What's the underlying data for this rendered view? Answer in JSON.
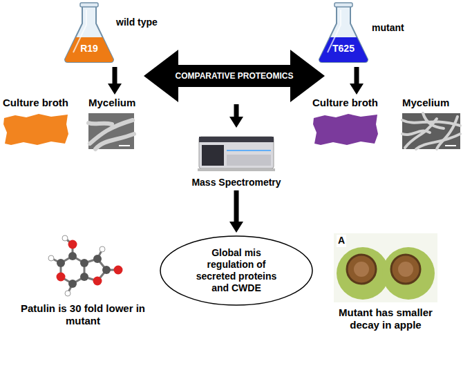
{
  "diagram": {
    "nodes": [
      {
        "text": [
          "wild type",
          "R19"
        ]
      },
      {
        "text": [
          "COMPARATIVE PROTEOMICS"
        ]
      },
      {
        "text": [
          "mutant",
          "T625"
        ]
      },
      {
        "text": [
          "Culture broth"
        ]
      },
      {
        "text": [
          "Mycelium"
        ]
      },
      {
        "text": [
          "Culture broth"
        ]
      },
      {
        "text": [
          "Mycelium"
        ]
      },
      {
        "text": [
          "Mass Spectrometry"
        ]
      },
      {
        "text": [
          "Patulin is 30 fold lower in mutant"
        ]
      },
      {
        "text": [
          "Global mis regulation of secreted proteins and CWDE"
        ]
      },
      {
        "text": [
          "A",
          "Mutant has smaller decay in apple"
        ]
      }
    ],
    "edges": [
      {
        "from": 0,
        "to": 4,
        "arrow": "to"
      },
      {
        "from": 2,
        "to": 5,
        "arrow": "to"
      },
      {
        "from": 1,
        "to": 7,
        "arrow": "to"
      },
      {
        "from": 7,
        "to": 9,
        "arrow": "to"
      }
    ]
  }
}
